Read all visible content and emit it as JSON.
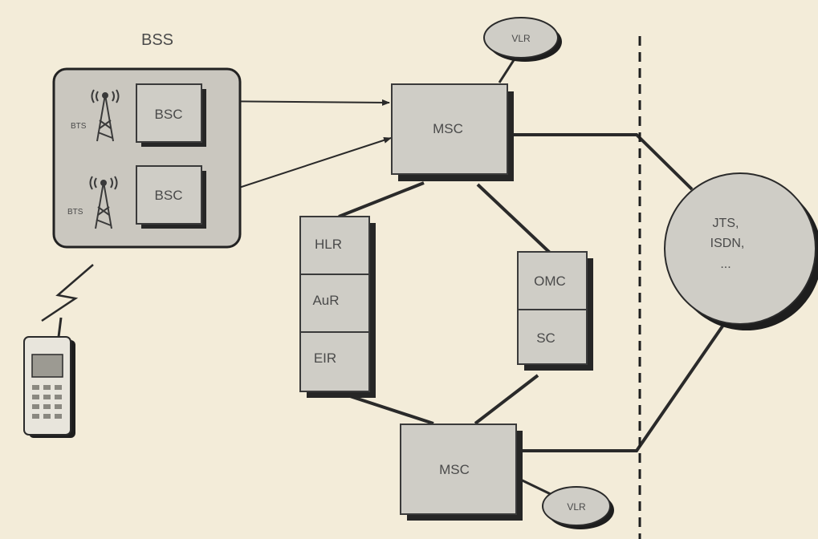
{
  "diagram": {
    "bss_label": "BSS",
    "bts_label": "BTS",
    "bsc_label": "BSC",
    "msc_label": "MSC",
    "vlr_label": "VLR",
    "hlr_label": "HLR",
    "aur_label": "AuR",
    "eir_label": "EIR",
    "omc_label": "OMC",
    "sc_label": "SC",
    "network_labels": [
      "JTS,",
      "ISDN,",
      "..."
    ]
  },
  "colors": {
    "background": "#f3ecd9",
    "box_fill": "#cfcdc6",
    "shadow": "#262626",
    "line": "#2a2a2a"
  }
}
